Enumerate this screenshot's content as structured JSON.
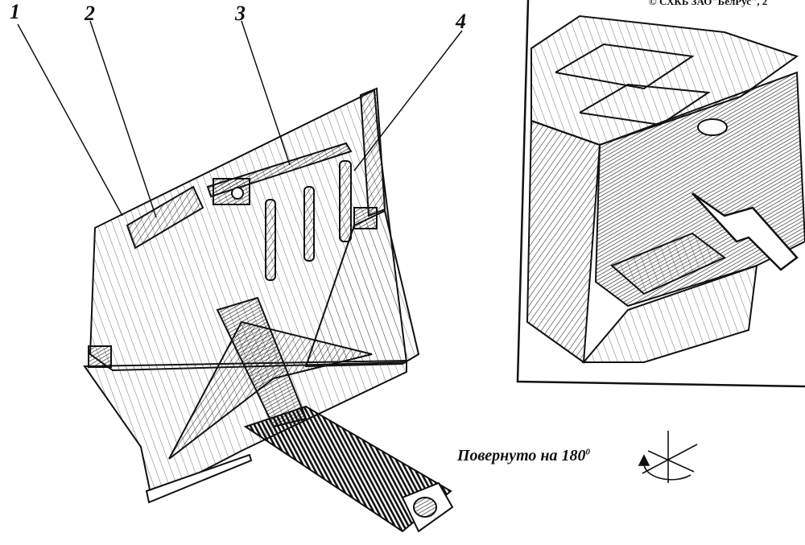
{
  "copyright": "© СХКБ ЗАО\"БелРус\", 2",
  "callouts": [
    "1",
    "2",
    "3",
    "4"
  ],
  "rotation_note": {
    "text": "Повернуто на 180",
    "unit": "0"
  }
}
